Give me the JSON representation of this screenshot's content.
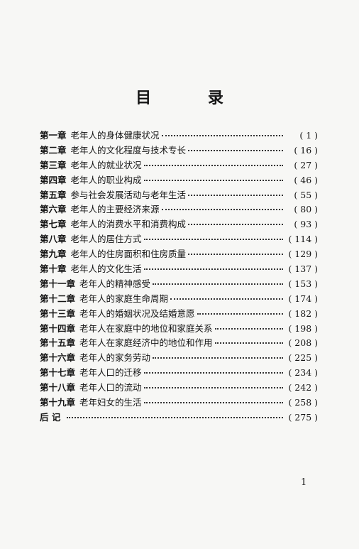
{
  "title": "目 录",
  "toc": [
    {
      "chapter": "第一章",
      "title": "老年人的身体健康状况",
      "page": "( 1 )"
    },
    {
      "chapter": "第二章",
      "title": "老年人的文化程度与技术专长",
      "page": "( 16 )"
    },
    {
      "chapter": "第三章",
      "title": "老年人的就业状况",
      "page": "( 27 )"
    },
    {
      "chapter": "第四章",
      "title": "老年人的职业构成",
      "page": "( 46 )"
    },
    {
      "chapter": "第五章",
      "title": "参与社会发展活动与老年生活",
      "page": "( 55 )"
    },
    {
      "chapter": "第六章",
      "title": "老年人的主要经济来源",
      "page": "( 80 )"
    },
    {
      "chapter": "第七章",
      "title": "老年人的消费水平和消费构成",
      "page": "( 93 )"
    },
    {
      "chapter": "第八章",
      "title": "老年人的居住方式",
      "page": "( 114 )"
    },
    {
      "chapter": "第九章",
      "title": "老年人的住房面积和住房质量",
      "page": "( 129 )"
    },
    {
      "chapter": "第十章",
      "title": "老年人的文化生活",
      "page": "( 137 )"
    },
    {
      "chapter": "第十一章",
      "title": "老年人的精神感受",
      "page": "( 153 )"
    },
    {
      "chapter": "第十二章",
      "title": "老年人的家庭生命周期",
      "page": "( 174 )"
    },
    {
      "chapter": "第十三章",
      "title": "老年人的婚姻状况及结婚意愿",
      "page": "( 182 )"
    },
    {
      "chapter": "第十四章",
      "title": "老年人在家庭中的地位和家庭关系",
      "page": "( 198 )"
    },
    {
      "chapter": "第十五章",
      "title": "老年人在家庭经济中的地位和作用",
      "page": "( 208 )"
    },
    {
      "chapter": "第十六章",
      "title": "老年人的家务劳动",
      "page": "( 225 )"
    },
    {
      "chapter": "第十七章",
      "title": "老年人口的迁移",
      "page": "( 234 )"
    },
    {
      "chapter": "第十八章",
      "title": "老年人口的流动",
      "page": "( 242 )"
    },
    {
      "chapter": "第十九章",
      "title": "老年妇女的生活",
      "page": "( 258 )"
    },
    {
      "chapter": "后 记",
      "title": "",
      "page": "( 275 )"
    }
  ],
  "page_number": "1"
}
